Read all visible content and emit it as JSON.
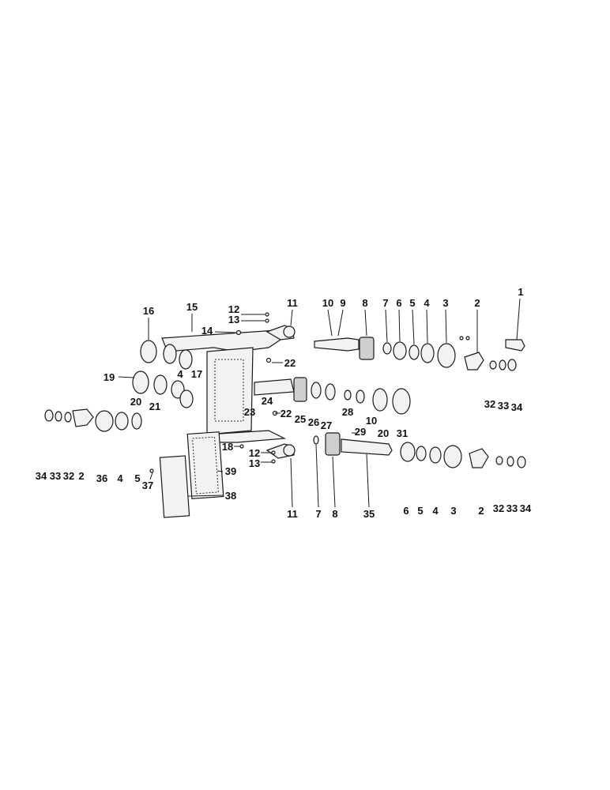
{
  "callouts": {
    "c1": "1",
    "c2": "2",
    "c3": "3",
    "c4": "4",
    "c5": "5",
    "c6": "6",
    "c7": "7",
    "c8": "8",
    "c9": "9",
    "c10": "10",
    "c11": "11",
    "c12": "12",
    "c13": "13",
    "c14": "14",
    "c15": "15",
    "c16": "16",
    "c17": "17",
    "c18": "18",
    "c19": "19",
    "c20": "20",
    "c21": "21",
    "c22": "22",
    "c23": "23",
    "c24": "24",
    "c25": "25",
    "c26": "26",
    "c27": "27",
    "c28": "28",
    "c29": "29",
    "c31": "31",
    "c32": "32",
    "c33": "33",
    "c34": "34",
    "c35": "35",
    "c36": "36",
    "c37": "37",
    "c38": "38",
    "c39": "39"
  }
}
